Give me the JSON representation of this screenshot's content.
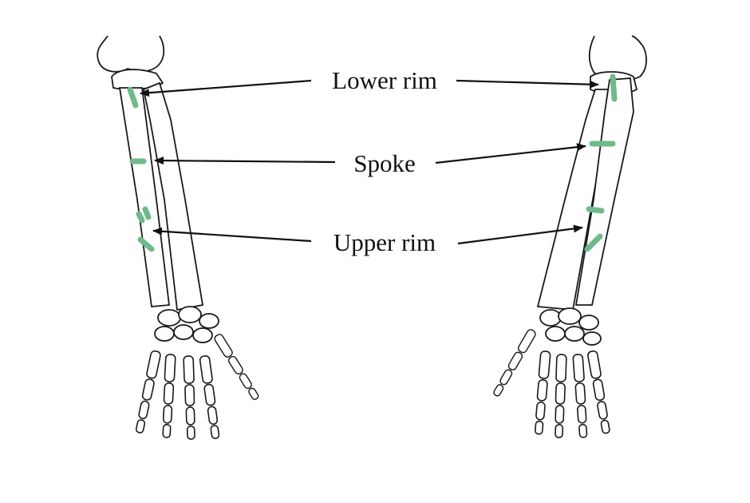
{
  "labels": {
    "lower_rim": "Lower rim",
    "spoke": "Spoke",
    "upper_rim": "Upper rim"
  },
  "colors": {
    "bone_outline": "#1a1a1a",
    "marker_green": "#6dbb8a",
    "background": "#ffffff",
    "arrow": "#111111"
  },
  "icons": {
    "left_arm": "forearm-hand-skeleton-icon",
    "right_arm": "forearm-hand-skeleton-icon"
  }
}
